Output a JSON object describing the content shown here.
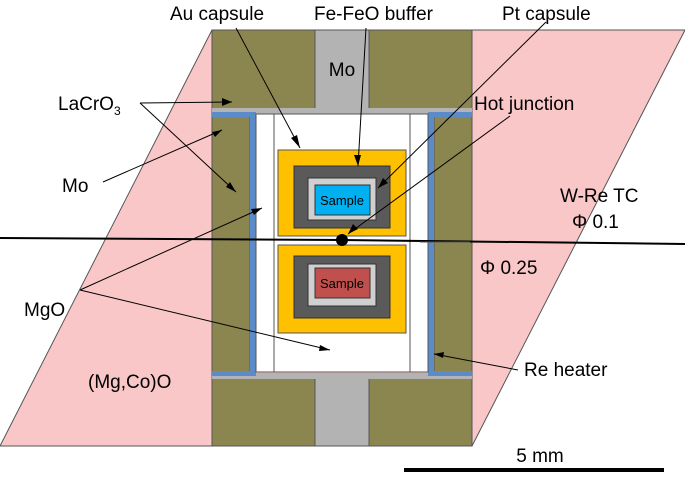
{
  "labels": {
    "au_capsule": "Au capsule",
    "fefeo_buffer": "Fe-FeO buffer",
    "pt_capsule": "Pt capsule",
    "mo_top": "Mo",
    "lacro3_base": "LaCrO",
    "lacro3_sub": "3",
    "hot_junction": "Hot junction",
    "mo_left": "Mo",
    "wre_tc": "W-Re TC",
    "phi_01": "Φ 0.1",
    "phi_025": "Φ 0.25",
    "mgo": "MgO",
    "re_heater": "Re heater",
    "mgco_o": "(Mg,Co)O",
    "sample_top": "Sample",
    "sample_bottom": "Sample",
    "scale_bar": "5 mm"
  },
  "colors": {
    "pressure_medium": "#f9c7c7",
    "lacro3": "#8b8550",
    "mo": "#b3b3b3",
    "mgo": "#ffffff",
    "re_heater": "#5b8bc9",
    "au_capsule": "#ffc000",
    "fefeo_buffer": "#5a5a5a",
    "pt_capsule": "#d0d0d0",
    "sample_top": "#00b0f0",
    "sample_bottom": "#c0504d"
  }
}
